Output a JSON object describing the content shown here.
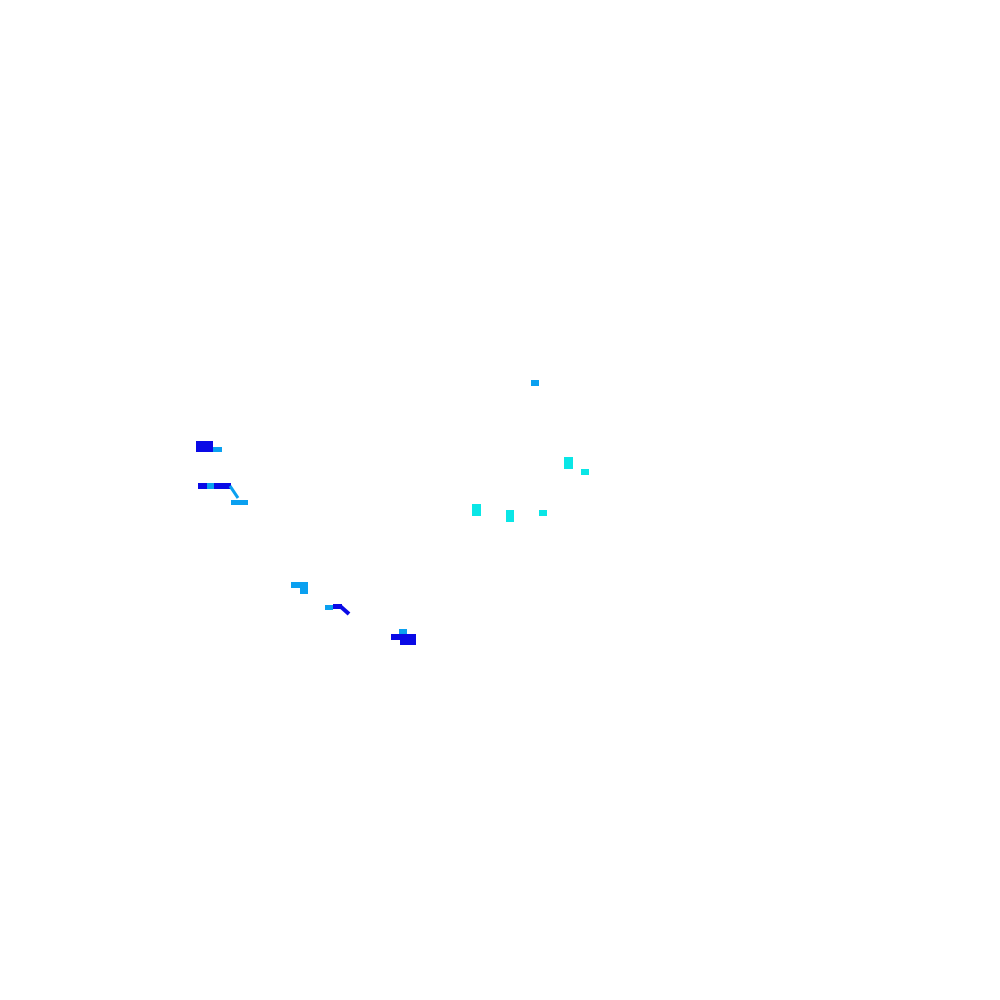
{
  "palette": {
    "background": "#ffffff",
    "dark_blue": "#0a0ae6",
    "light_blue": "#0aa0f0",
    "cyan": "#0ae6e6"
  },
  "scene": {
    "description_free": true,
    "sprite_kinds": [
      "dark_blue",
      "light_blue",
      "cyan"
    ]
  }
}
